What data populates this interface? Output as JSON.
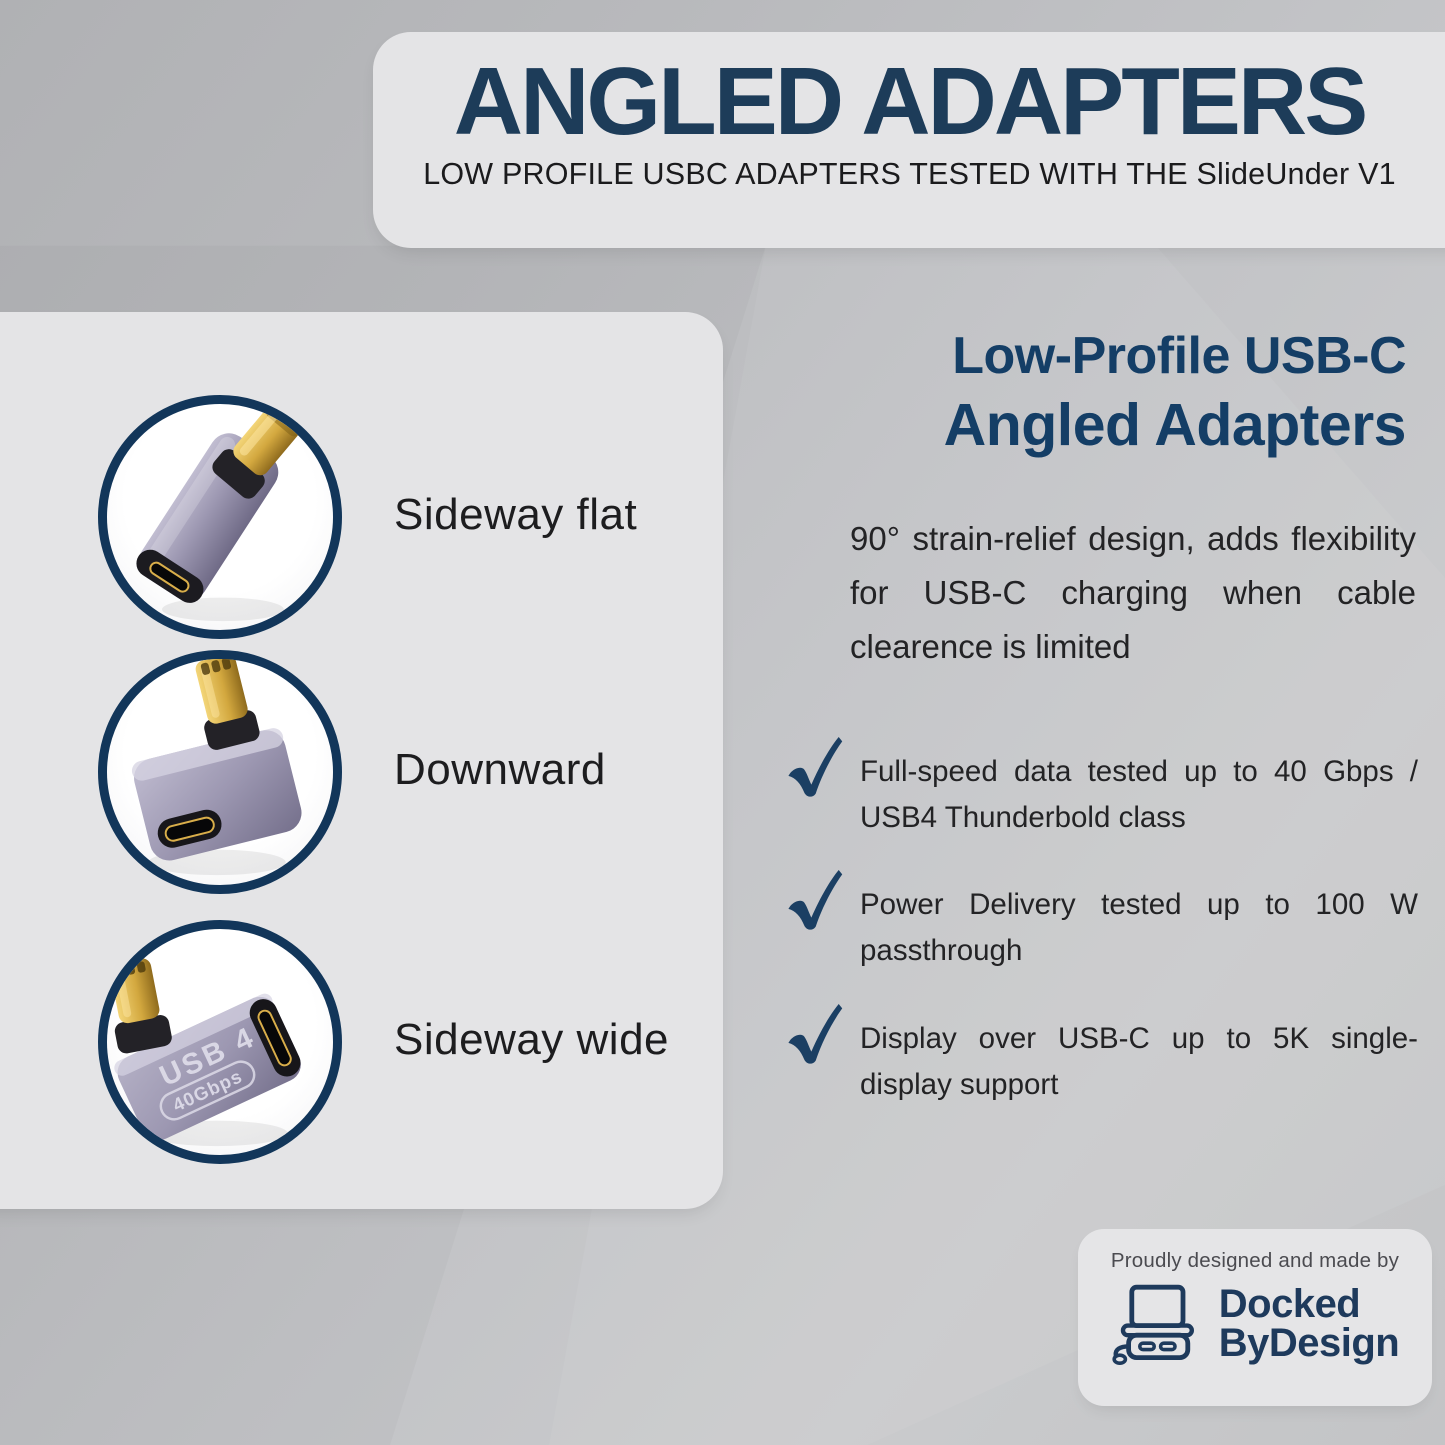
{
  "banner": {
    "title": "ANGLED ADAPTERS",
    "subtitle": "LOW PROFILE USBC ADAPTERS TESTED WITH THE SlideUnder V1"
  },
  "products": {
    "items": [
      {
        "label": "Sideway flat"
      },
      {
        "label": "Downward"
      },
      {
        "label": "Sideway wide",
        "markings": {
          "line1": "USB 4",
          "line2": "40Gbps"
        }
      }
    ]
  },
  "details": {
    "heading_line1": "Low-Profile USB-C",
    "heading_line2": "Angled Adapters",
    "description": "90° strain-relief design, adds flexibility for USB-C charging when cable clearence is limited",
    "bullets": [
      {
        "text": "Full-speed data tested up to 40 Gbps / USB4 Thunderbold class"
      },
      {
        "text": "Power Delivery tested up to 100 W passthrough"
      },
      {
        "text": "Display over USB-C up to 5K single-display support"
      }
    ]
  },
  "credit": {
    "tagline": "Proudly designed and made by",
    "brand_line1": "Docked",
    "brand_line2": "ByDesign"
  },
  "colors": {
    "navy_title": "#1d3c59",
    "navy_heading": "#143e66",
    "navy_check": "#1b3f63",
    "circle_ring": "#12365a",
    "panel_bg": "#e4e4e6",
    "page_bg": "#bfc0c3",
    "body_text": "#232325",
    "adapter_body": "#9d98b2",
    "adapter_gold": "#d3a83f"
  },
  "icons": {
    "checkmark_icon": "✓",
    "laptop_dock_icon": "laptop over dock with cable"
  }
}
